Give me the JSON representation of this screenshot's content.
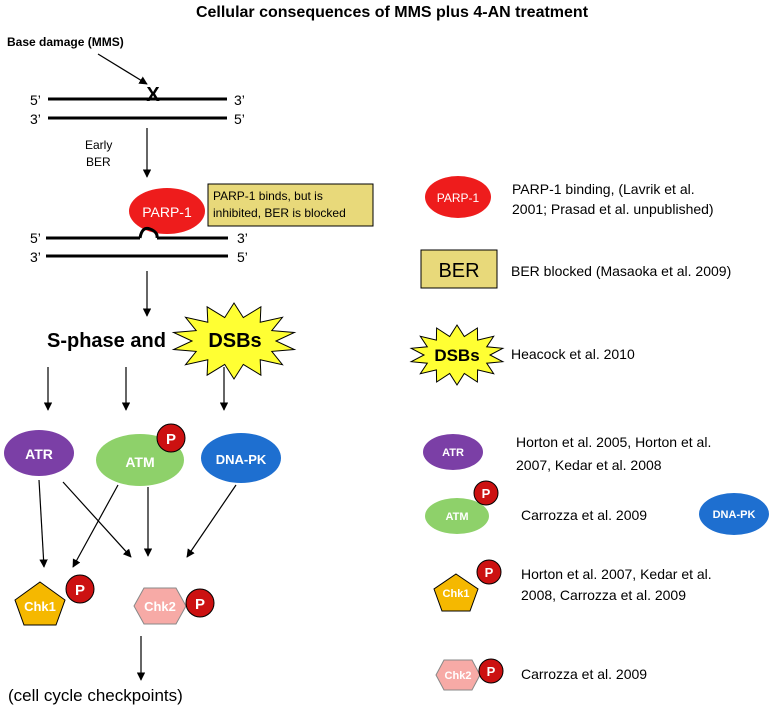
{
  "title": "Cellular consequences of MMS plus 4-AN treatment",
  "left": {
    "base_damage": "Base damage (MMS)",
    "damage_mark": "X",
    "strand_labels": {
      "five": "5’",
      "three": "3’"
    },
    "early_ber": [
      "Early",
      "BER"
    ],
    "parp_label": "PARP-1",
    "parp_note": [
      "PARP-1 binds, but is",
      "inhibited, BER is blocked"
    ],
    "sphase_text": "S-phase and ",
    "dsbs": "DSBs",
    "kinases": {
      "atr": "ATR",
      "atm": "ATM",
      "dnapk": "DNA-PK"
    },
    "phospho": "P",
    "chk1": "Chk1",
    "chk2": "Chk2",
    "checkpoints": "(cell cycle checkpoints)"
  },
  "legend": {
    "parp": {
      "label": "PARP-1",
      "text": [
        "PARP-1 binding, (Lavrik et al.",
        "2001; Prasad et al. unpublished)"
      ]
    },
    "ber": {
      "label": "BER",
      "text": [
        "BER blocked (Masaoka et al. 2009)"
      ]
    },
    "dsbs": {
      "label": "DSBs",
      "text": [
        "Heacock et al. 2010"
      ]
    },
    "atr": {
      "label": "ATR",
      "text": [
        "Horton et al. 2005, Horton et al.",
        "2007, Kedar et al. 2008"
      ]
    },
    "atm": {
      "label": "ATM",
      "text": [
        "Carrozza et al. 2009"
      ]
    },
    "dnapk": {
      "label": "DNA-PK"
    },
    "chk1": {
      "label": "Chk1",
      "text": [
        "Horton et al. 2007, Kedar et al.",
        "2008, Carrozza et al. 2009"
      ]
    },
    "chk2": {
      "label": "Chk2",
      "text": [
        "Carrozza et al. 2009"
      ]
    },
    "phospho": "P"
  },
  "colors": {
    "parp_red": "#ee1c1c",
    "ber_box": "#e8d97a",
    "dsb_yellow": "#ffff33",
    "atr_purple": "#7b3fa6",
    "atm_green": "#8ed16a",
    "dnapk_blue": "#1e6fd0",
    "chk1_gold": "#f5b800",
    "chk2_pink": "#f7aaa6",
    "phospho_red": "#cc1111"
  }
}
